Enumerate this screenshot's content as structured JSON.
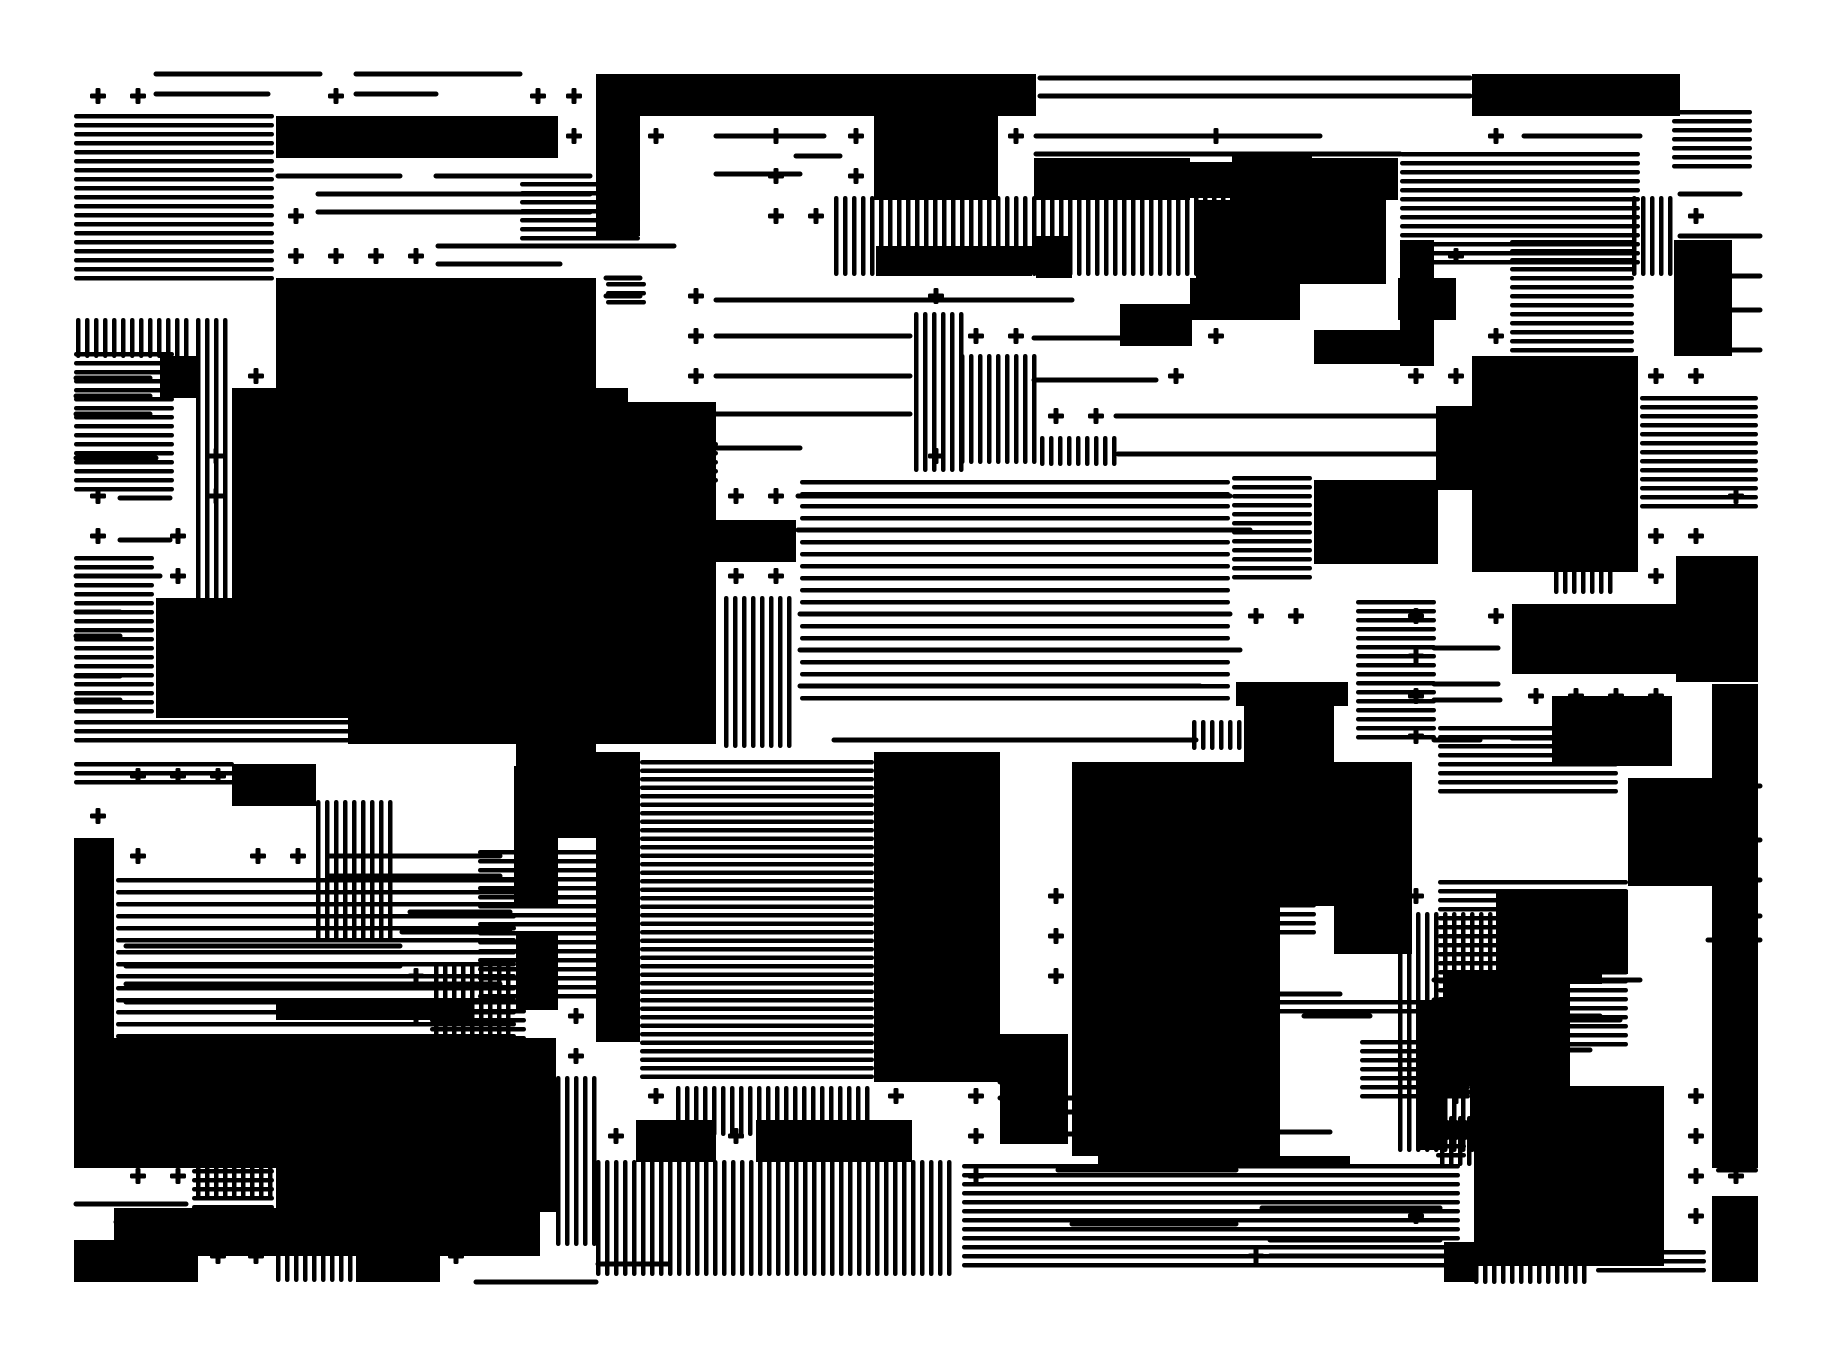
{
  "colors": {
    "background": "#ffffff",
    "ink": "#000000"
  },
  "motifs": [
    "plus-marks",
    "horizontal-stripes",
    "vertical-stripes",
    "dash-rows",
    "solid-blocks"
  ]
}
